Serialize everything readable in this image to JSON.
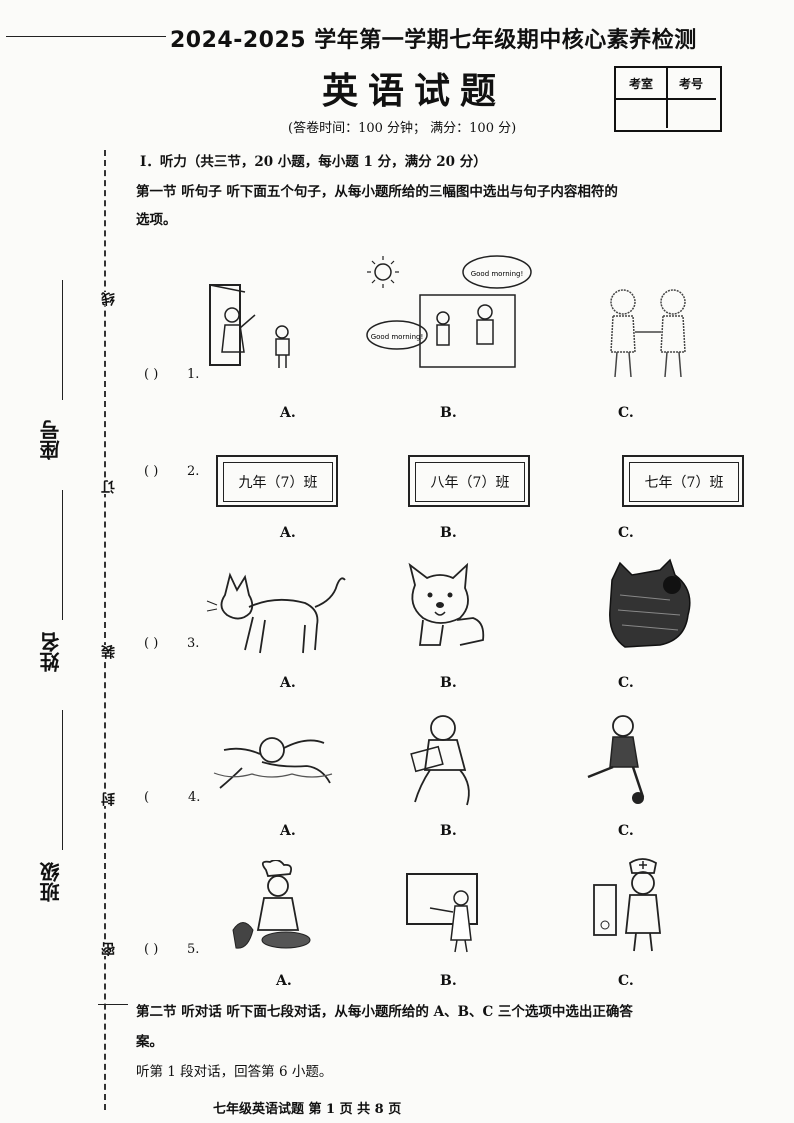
{
  "header": {
    "exam_title": "2024-2025 学年第一学期七年级期中核心素养检测",
    "subject_title": "英语试题",
    "info": "(答卷时间：100 分钟； 满分：100 分)",
    "exam_room_label": "考室",
    "exam_number_label": "考号"
  },
  "sidebar": {
    "class_label": "班级",
    "name_label": "姓名",
    "seat_label": "座号",
    "seal_chars": [
      "线",
      "订",
      "装",
      "封",
      "密"
    ]
  },
  "part1": {
    "heading": "I．听力（共三节，20 小题，每小题 1 分，满分 20 分）",
    "section1_line1": "第一节  听句子  听下面五个句子，从每小题所给的三幅图中选出与句子内容相符的",
    "section1_line2": "选项。"
  },
  "questions": [
    {
      "blank": "(    )",
      "num": "1.",
      "options": [
        "A.",
        "B.",
        "C."
      ],
      "bubble1": "Good morning!",
      "bubble2": "Good morning!"
    },
    {
      "blank": "(    )",
      "num": "2.",
      "options": [
        "A.",
        "B.",
        "C."
      ],
      "signs": [
        "九年（7）班",
        "八年（7）班",
        "七年（7）班"
      ]
    },
    {
      "blank": "(    )",
      "num": "3.",
      "options": [
        "A.",
        "B.",
        "C."
      ]
    },
    {
      "blank": "(",
      "num": "4.",
      "options": [
        "A.",
        "B.",
        "C."
      ]
    },
    {
      "blank": "(    )",
      "num": "5.",
      "options": [
        "A.",
        "B.",
        "C."
      ]
    }
  ],
  "part2": {
    "line1": "第二节  听对话  听下面七段对话，从每小题所给的 A、B、C 三个选项中选出正确答",
    "line2": "案。",
    "line3": "听第 1 段对话，回答第 6 小题。"
  },
  "footer": {
    "text": "七年级英语试题    第 1 页 共 8 页"
  }
}
